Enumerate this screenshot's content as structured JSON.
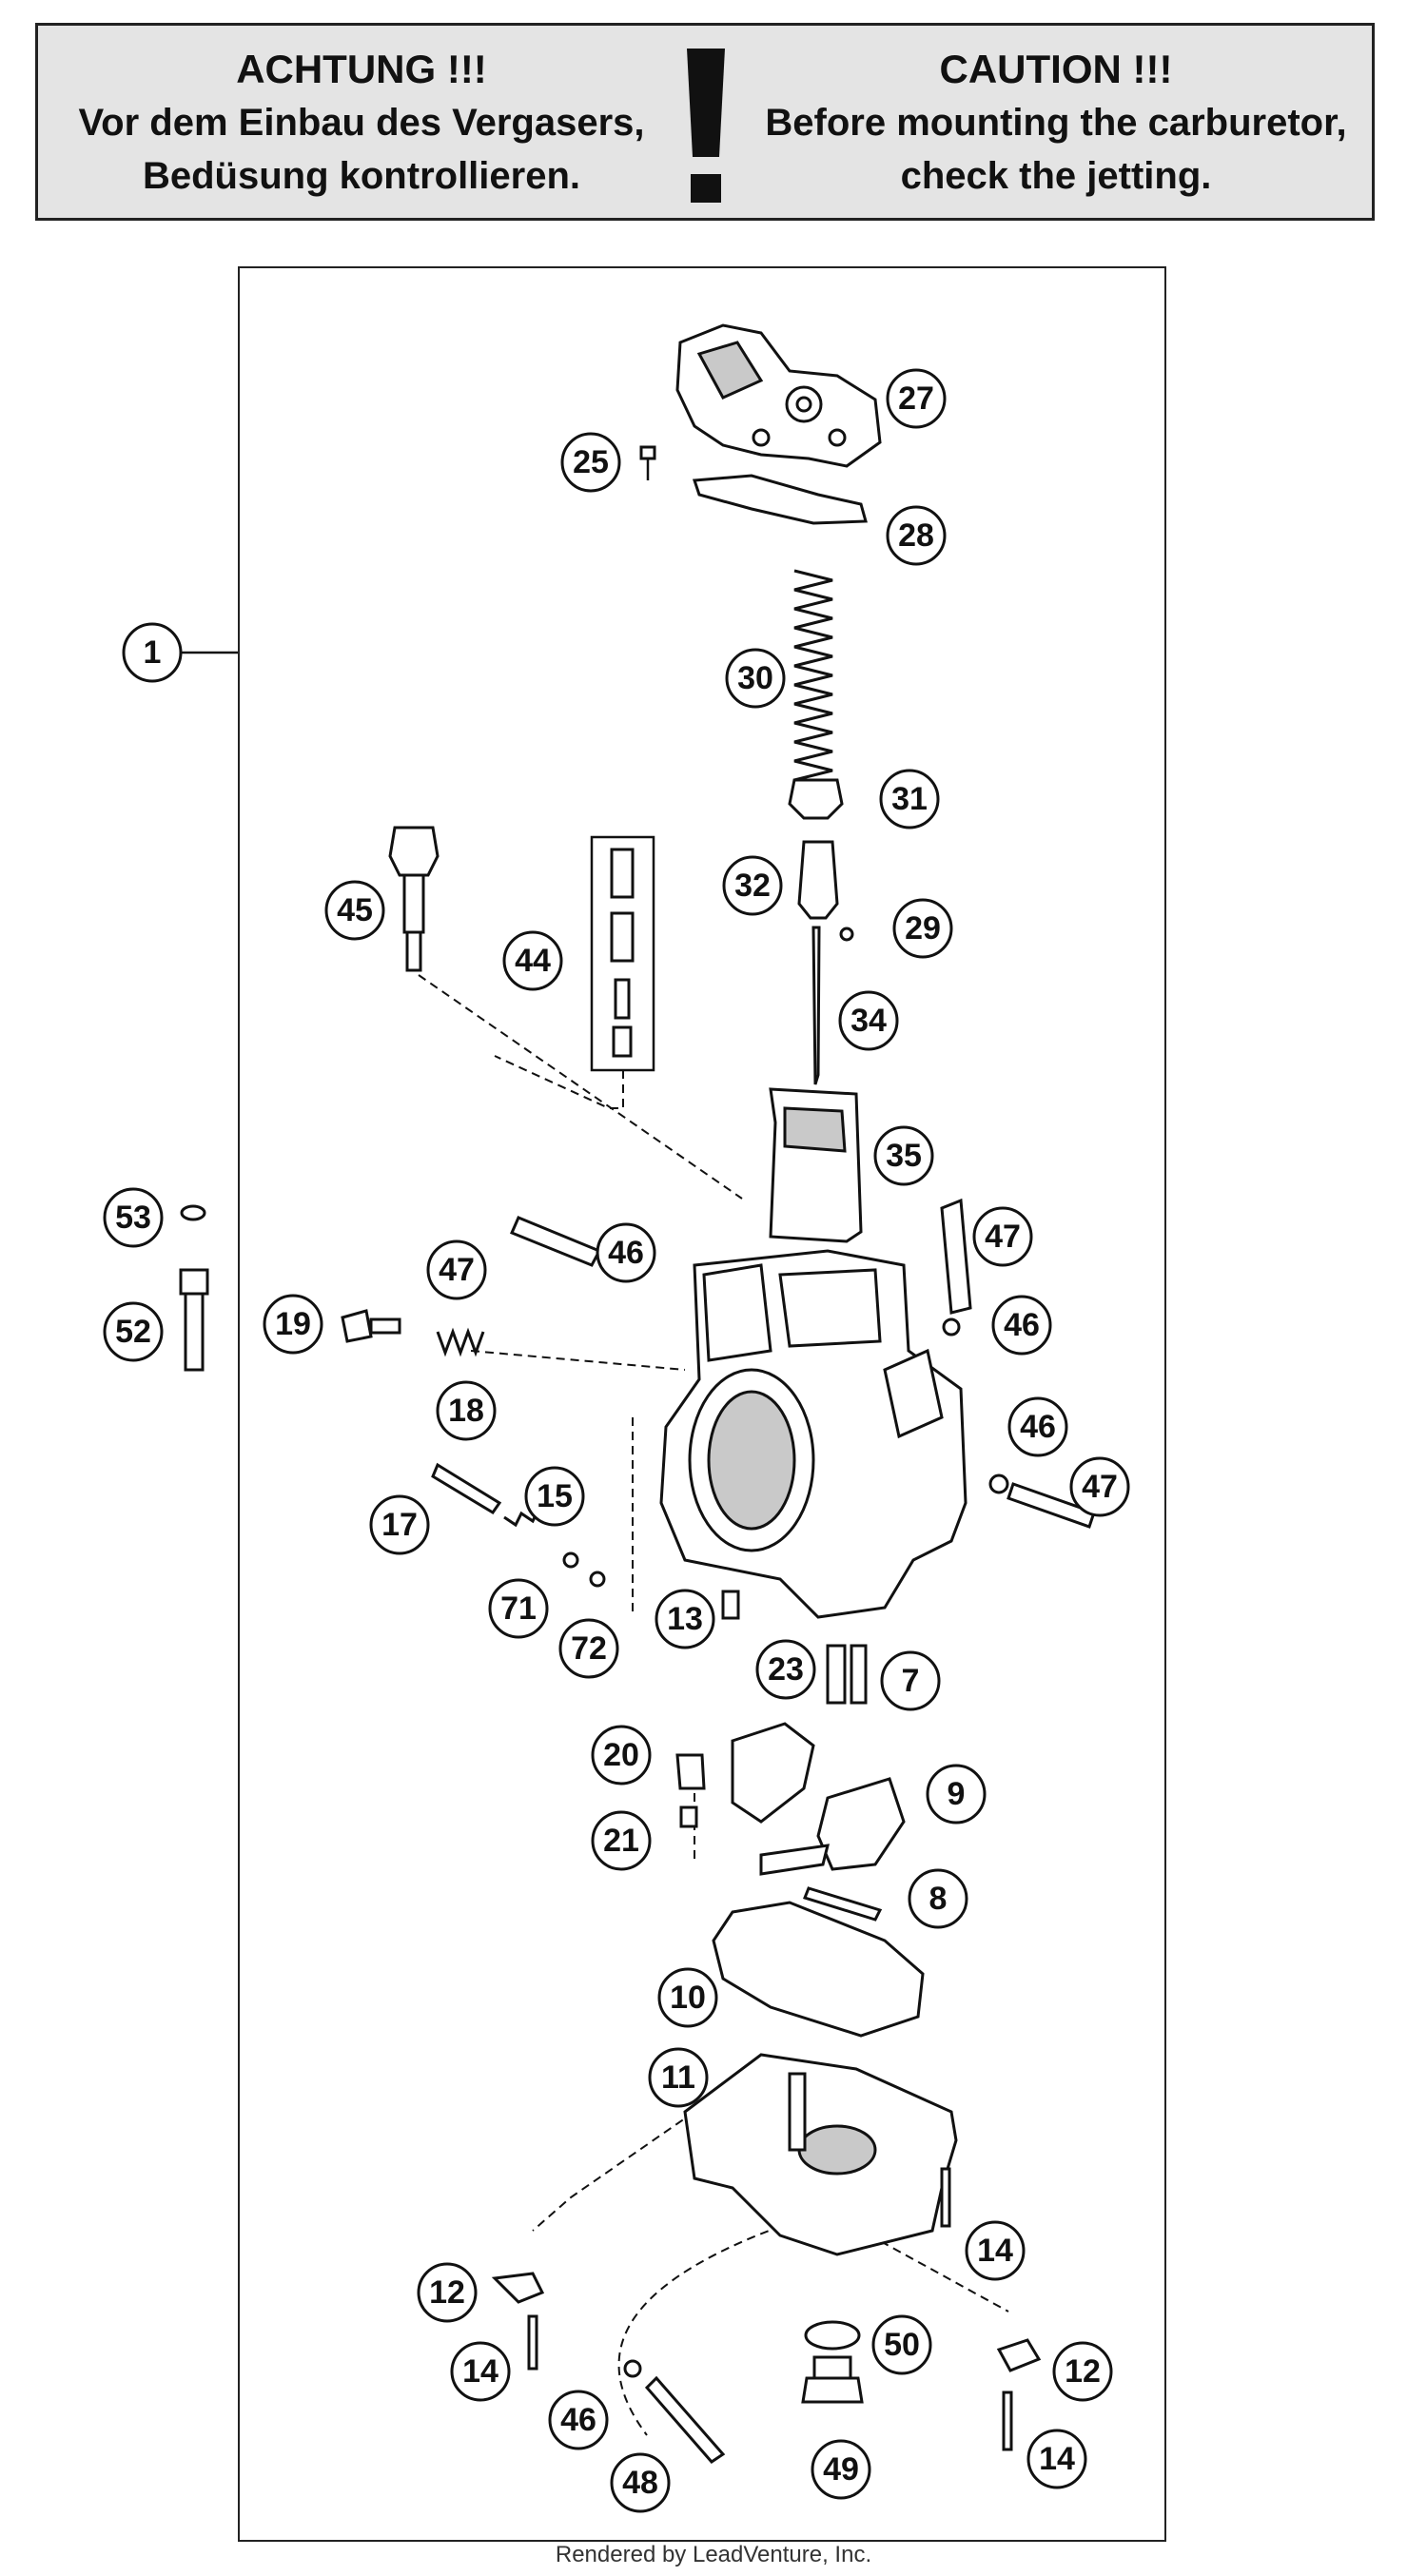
{
  "warning": {
    "de_title": "ACHTUNG !!!",
    "de_line1": "Vor dem Einbau des Vergasers,",
    "de_line2": "Bedüsung kontrollieren.",
    "en_title": "CAUTION !!!",
    "en_line1": "Before mounting the carburetor,",
    "en_line2": "check the jetting."
  },
  "callouts": [
    "1",
    "25",
    "27",
    "28",
    "30",
    "31",
    "32",
    "29",
    "34",
    "45",
    "44",
    "35",
    "53",
    "52",
    "47",
    "46",
    "47",
    "46",
    "19",
    "18",
    "46",
    "47",
    "17",
    "15",
    "71",
    "72",
    "13",
    "23",
    "7",
    "20",
    "9",
    "21",
    "8",
    "10",
    "11",
    "14",
    "12",
    "14",
    "50",
    "12",
    "46",
    "48",
    "49",
    "14"
  ],
  "footer": "Rendered by LeadVenture, Inc."
}
